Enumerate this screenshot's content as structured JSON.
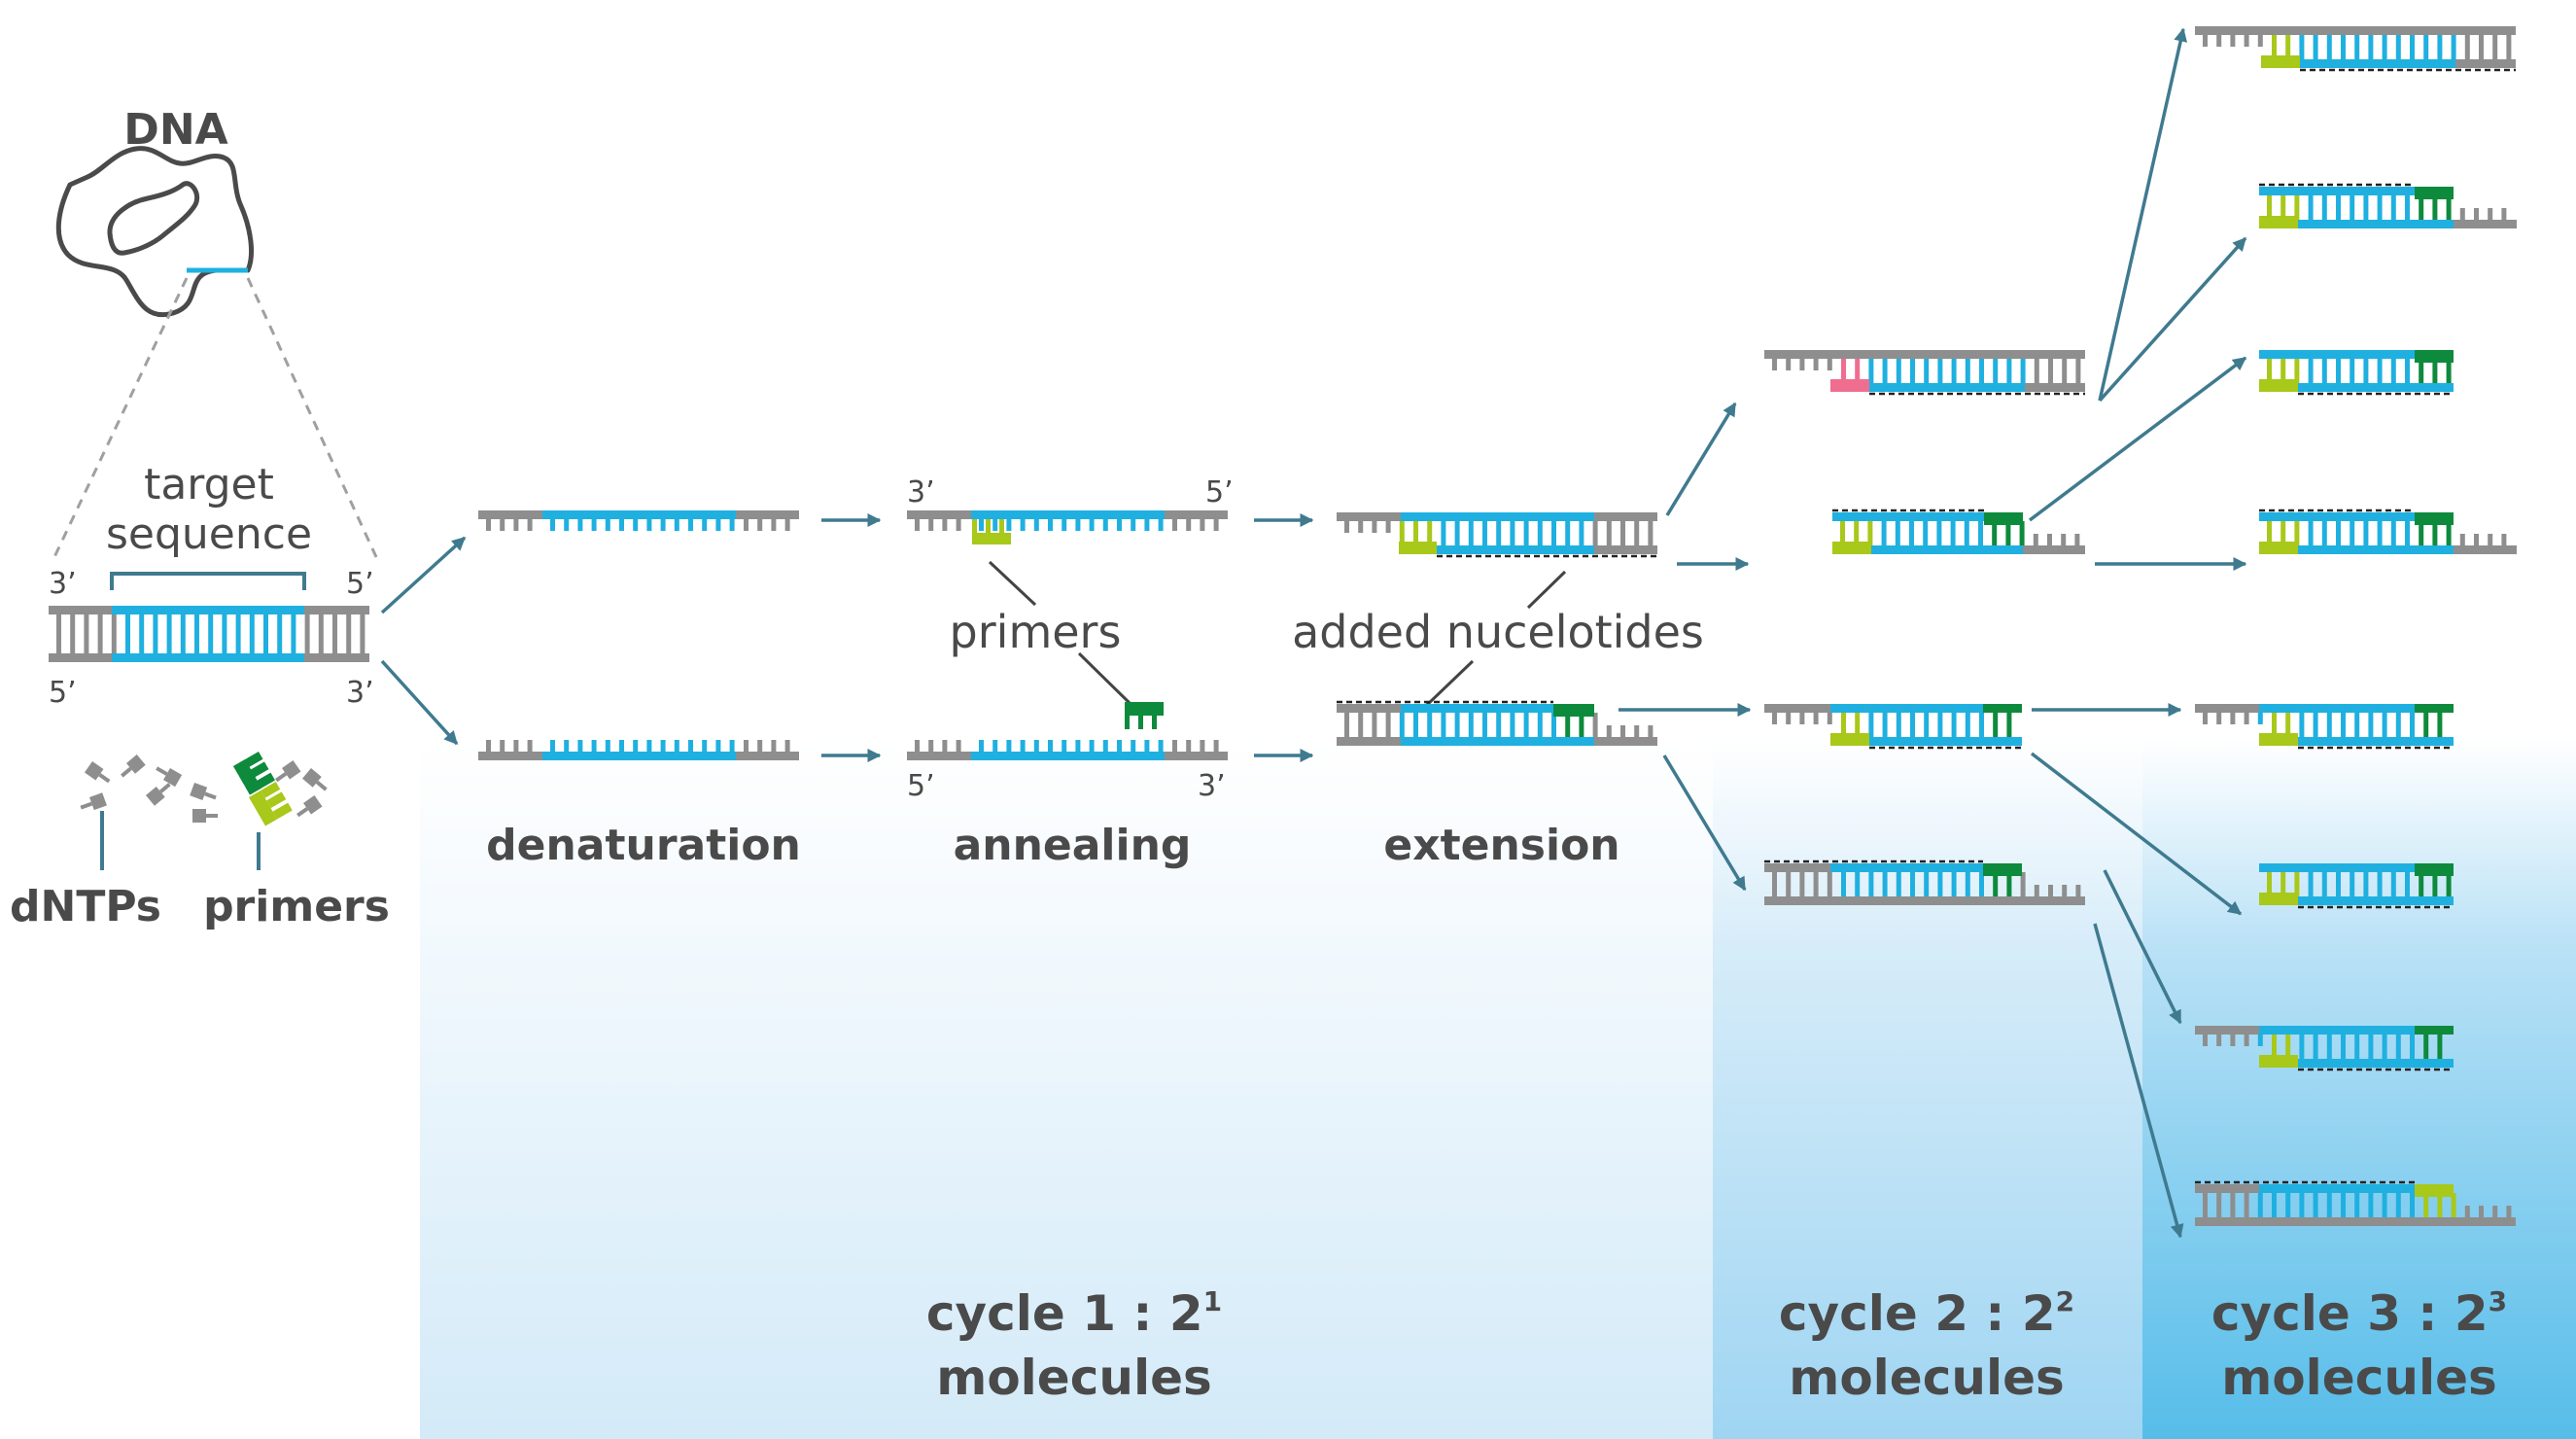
{
  "labels": {
    "dna": "DNA",
    "target_line1": "target",
    "target_line2": "sequence",
    "end_3": "3’",
    "end_5": "5’",
    "dntps": "dNTPs",
    "primers_legend": "primers",
    "primers_callout": "primers",
    "added_nucleotides": "added nucelotides"
  },
  "steps": {
    "denaturation": "denaturation",
    "annealing": "annealing",
    "extension": "extension"
  },
  "cycles": [
    {
      "title": "cycle 1 : 2",
      "exponent": "1",
      "line2": "molecules"
    },
    {
      "title": "cycle 2 : 2",
      "exponent": "2",
      "line2": "molecules"
    },
    {
      "title": "cycle 3 : 2",
      "exponent": "3",
      "line2": "molecules"
    }
  ],
  "colors": {
    "strand_gray": "#8e8e8e",
    "target_blue": "#1fb0e0",
    "primer_light_green": "#a8c81a",
    "primer_dark_green": "#0e8a3c",
    "primer_pink": "#ef6e90",
    "arrow": "#3f7a8f",
    "text": "#4a4a4a",
    "bg_cycle1": "#e6f3fb",
    "bg_cycle2": "#b3ddf4",
    "bg_cycle3": "#63c2ec"
  }
}
